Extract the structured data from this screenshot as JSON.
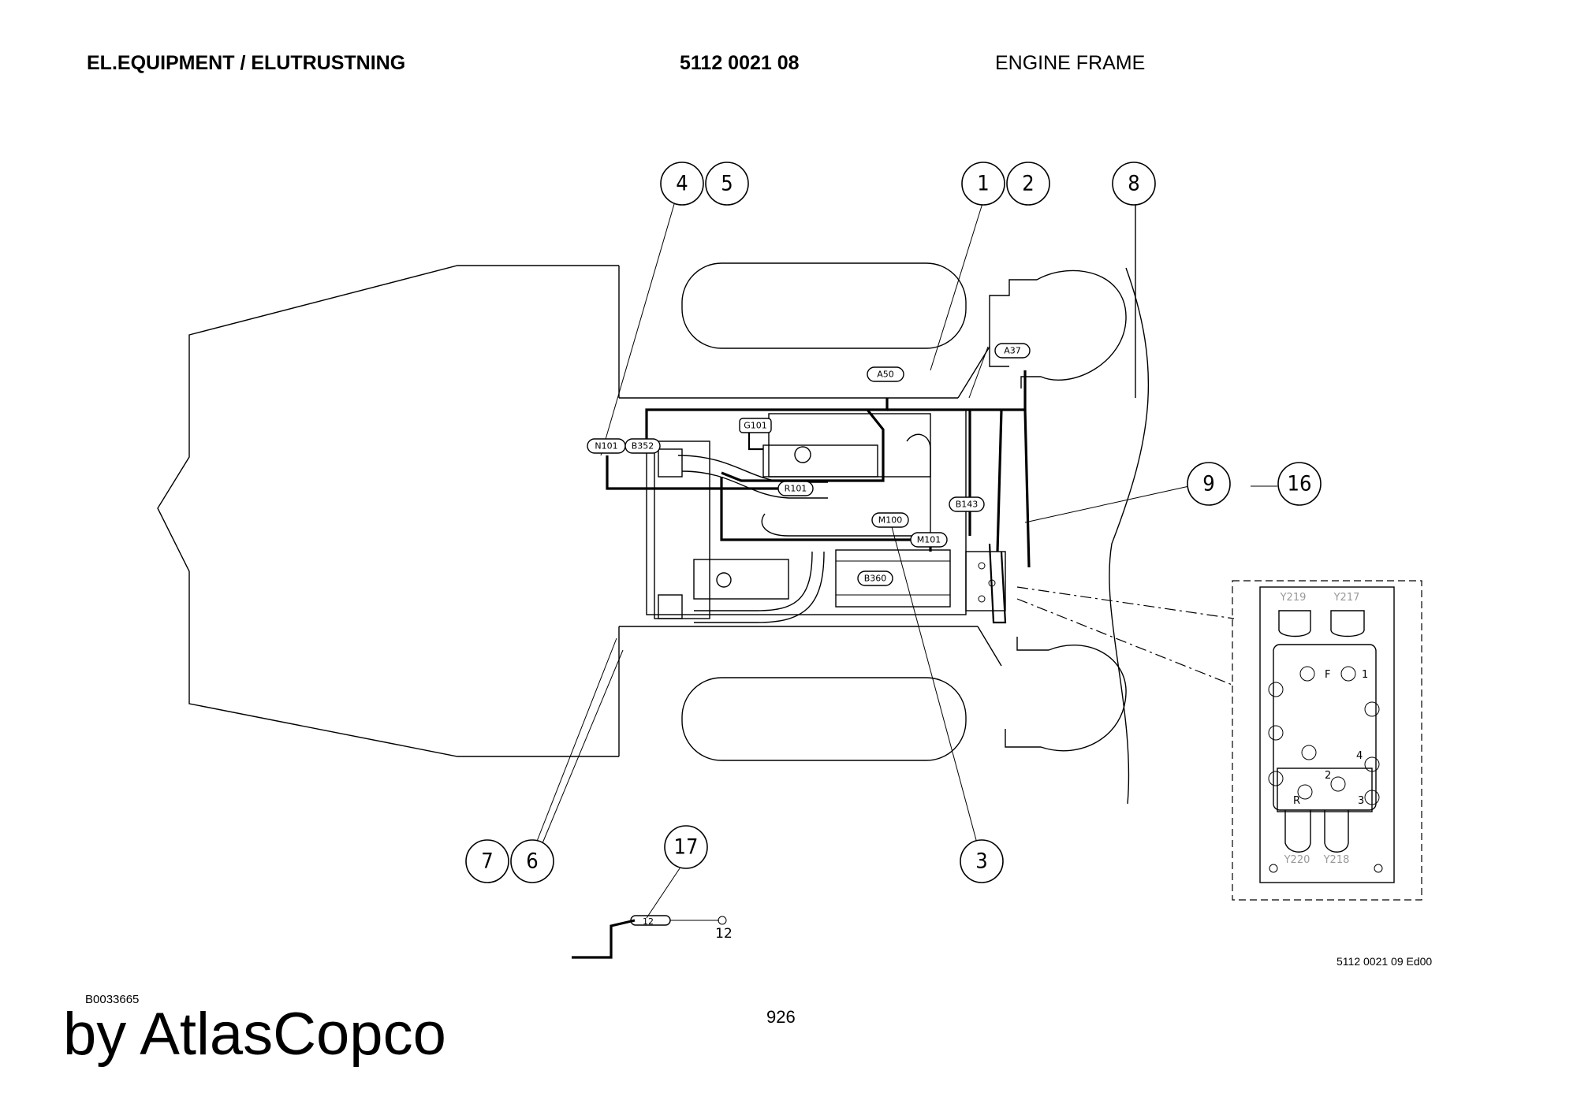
{
  "header": {
    "section": "EL.EQUIPMENT / ELUTRUSTNING",
    "part_number": "5112 0021 08",
    "assembly": "ENGINE FRAME"
  },
  "footer": {
    "drawing_id": "B0033665",
    "page_number": "926",
    "edition": "5112 0021 09 Ed00",
    "brand": "by AtlasCopco"
  },
  "callouts": [
    "1",
    "2",
    "3",
    "4",
    "5",
    "6",
    "7",
    "8",
    "9",
    "16",
    "17"
  ],
  "components": {
    "a50": "A50",
    "a37": "A37",
    "g101": "G101",
    "n101": "N101",
    "b352": "B352",
    "r101": "R101",
    "b143": "B143",
    "m100": "M100",
    "m101": "M101",
    "b360": "B360"
  },
  "valve": {
    "y219": "Y219",
    "y217": "Y217",
    "y220": "Y220",
    "y218": "Y218",
    "f": "F",
    "p1": "1",
    "p2": "2",
    "p3": "3",
    "p4": "4",
    "r": "R"
  },
  "cable": {
    "label": "12",
    "end_label": "12"
  }
}
